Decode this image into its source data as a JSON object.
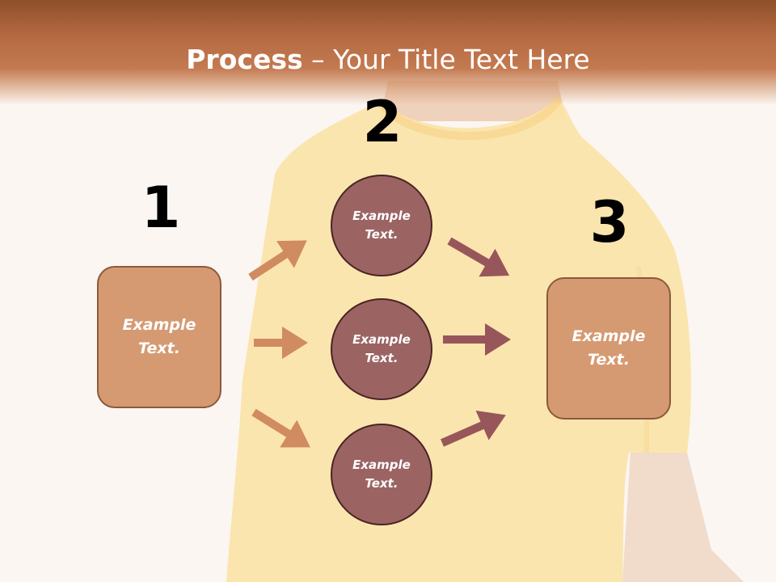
{
  "title": {
    "bold": "Process",
    "rest": " – Your Title Text Here"
  },
  "steps": {
    "one": "1",
    "two": "2",
    "three": "3"
  },
  "left_box": "Example Text.",
  "right_box": "Example Text.",
  "circles": [
    "Example Text.",
    "Example Text.",
    "Example Text."
  ],
  "colors": {
    "header": "#b56a42",
    "box_fill": "#d59a72",
    "circle_fill": "#9b6463",
    "left_arrows": "#d08b60",
    "right_arrows": "#97575a"
  }
}
